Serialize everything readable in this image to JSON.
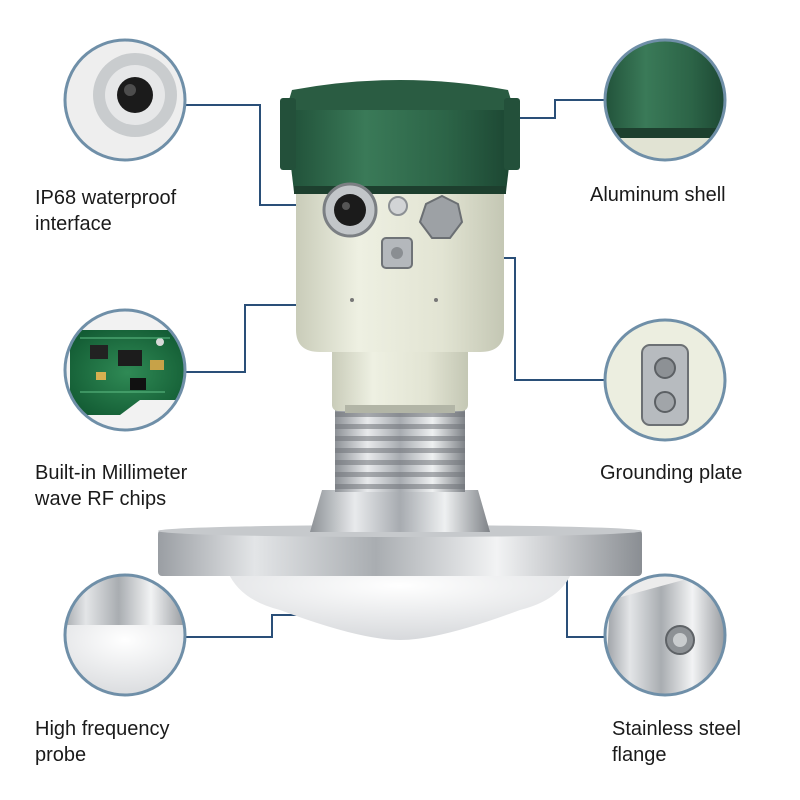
{
  "colors": {
    "leader_line": "#2a4f78",
    "callout_ring": "#6f8fa8",
    "cover_green": "#2f6a4c",
    "housing_beige": "#e4e6d6",
    "steel": "#b8bcc0"
  },
  "callouts": {
    "waterproof": {
      "line1": "IP68 waterproof",
      "line2": "interface"
    },
    "shell": {
      "line1": "Aluminum shell"
    },
    "chips": {
      "line1": "Built-in Millimeter",
      "line2": "wave RF chips"
    },
    "grounding": {
      "line1": "Grounding plate"
    },
    "probe": {
      "line1": "High frequency",
      "line2": "probe"
    },
    "flange": {
      "line1": "Stainless steel",
      "line2": "flange"
    }
  }
}
